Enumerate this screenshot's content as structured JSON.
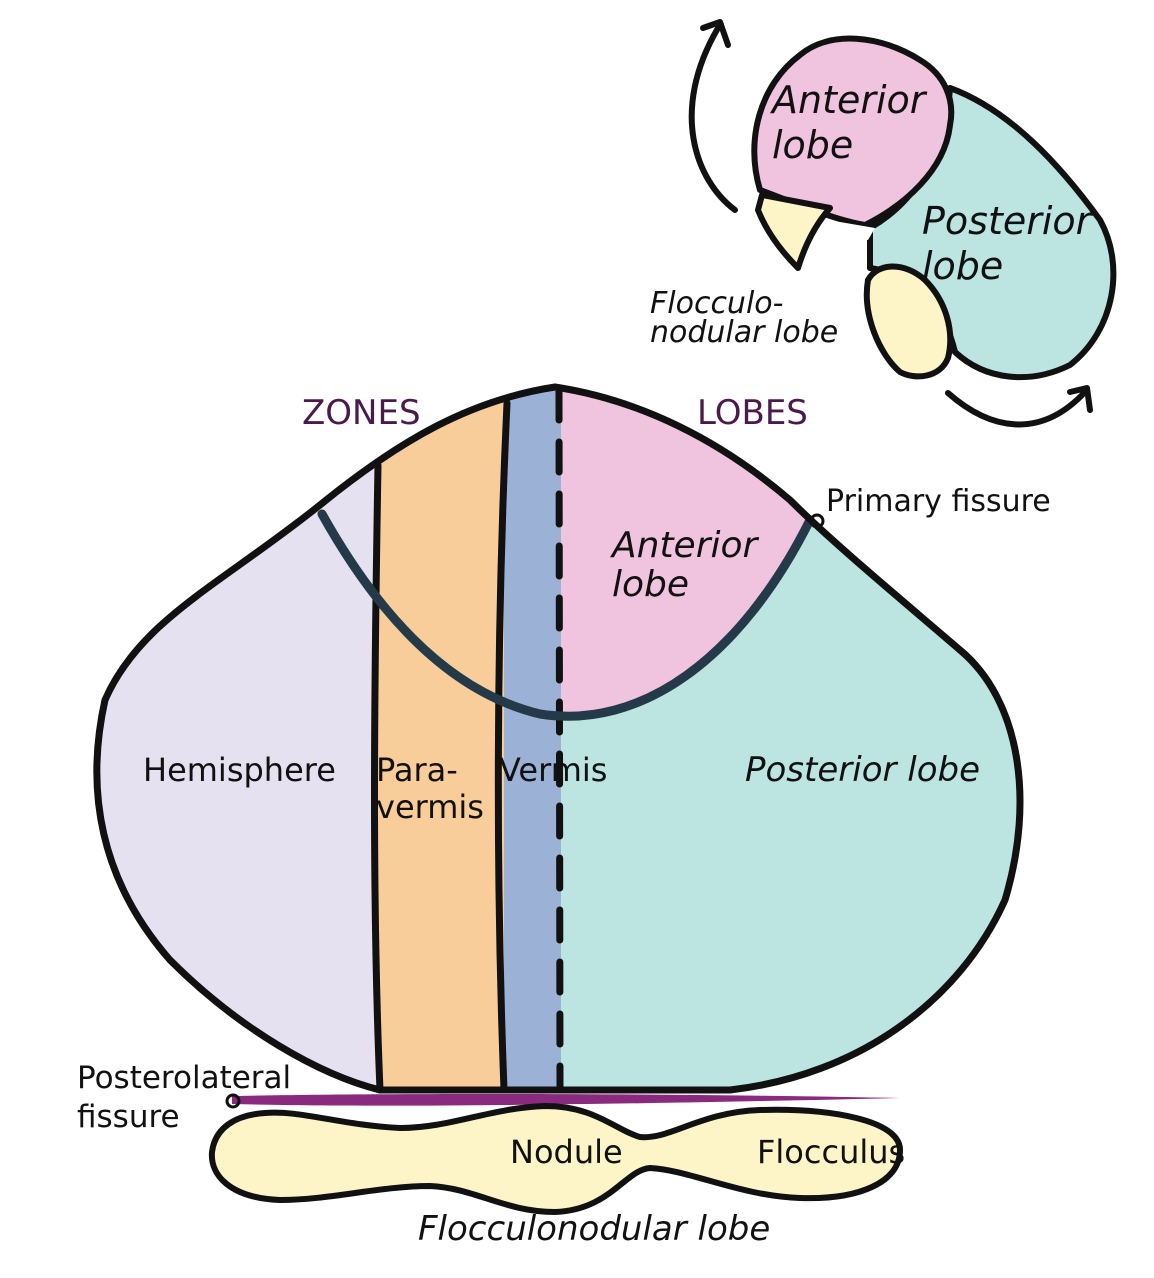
{
  "colors": {
    "anterior": "#f0c3df",
    "posterior": "#bce4e1",
    "hemisphere": "#e6e1f0",
    "paravermis": "#f8cd9a",
    "vermis": "#9cb1d6",
    "flocculonodular": "#fdf5c8",
    "posterolateral_fissure": "#8a2a7e",
    "primary_fissure_curve": "#243a48",
    "outline": "#111111",
    "header_text": "#4a1a4a"
  },
  "inset": {
    "anterior_line1": "Anterior",
    "anterior_line2": "lobe",
    "posterior_line1": "Posterior",
    "posterior_line2": "lobe",
    "fn_line1": "Flocculo-",
    "fn_line2": "nodular lobe"
  },
  "headers": {
    "zones": "ZONES",
    "lobes": "LOBES"
  },
  "labels": {
    "primary_fissure": "Primary fissure",
    "anterior_line1": "Anterior",
    "anterior_line2": "lobe",
    "hemisphere": "Hemisphere",
    "paravermis_line1": "Para-",
    "paravermis_line2": "vermis",
    "vermis": "Vermis",
    "posterior": "Posterior lobe",
    "posterolateral_line1": "Posterolateral",
    "posterolateral_line2": "fissure",
    "nodule": "Nodule",
    "flocculus": "Flocculus",
    "flocculonodular": "Flocculonodular lobe"
  }
}
